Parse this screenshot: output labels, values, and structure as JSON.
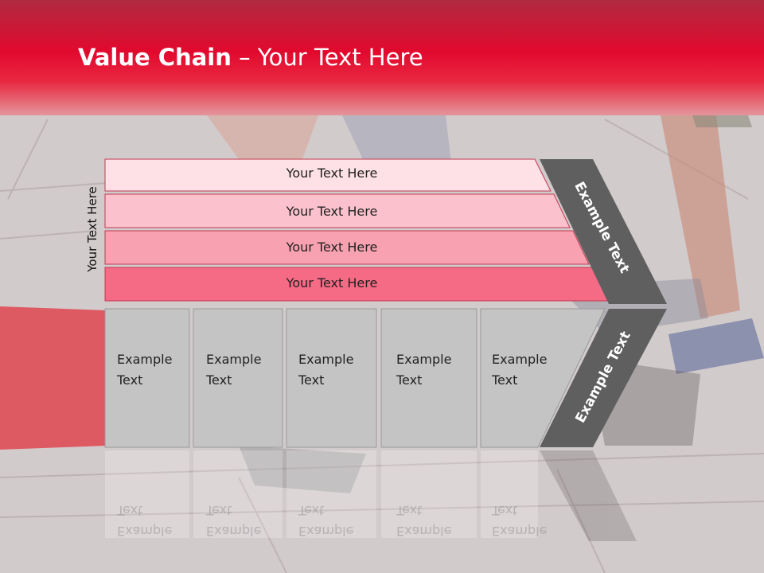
{
  "slide": {
    "title_bold": "Value Chain",
    "title_rest": " – Your Text Here",
    "side_label": "Your Text Here"
  },
  "rows": [
    {
      "label": "Your Text Here",
      "color": "#fde1e6"
    },
    {
      "label": "Your Text Here",
      "color": "#fbc2ce"
    },
    {
      "label": "Your Text Here",
      "color": "#f8a1b1"
    },
    {
      "label": "Your Text Here",
      "color": "#f56a84"
    }
  ],
  "cells": [
    {
      "line1": "Example",
      "line2": "Text"
    },
    {
      "line1": "Example",
      "line2": "Text"
    },
    {
      "line1": "Example",
      "line2": "Text"
    },
    {
      "line1": "Example",
      "line2": "Text"
    },
    {
      "line1": "Example",
      "line2": "Text"
    }
  ],
  "chevron": {
    "top_label": "Example Text",
    "bottom_label": "Example Text",
    "color": "#5f5f5f"
  },
  "colors": {
    "header": "#e2092e",
    "cell_fill": "#c4c4c4",
    "cell_border": "#9a9a9a"
  }
}
